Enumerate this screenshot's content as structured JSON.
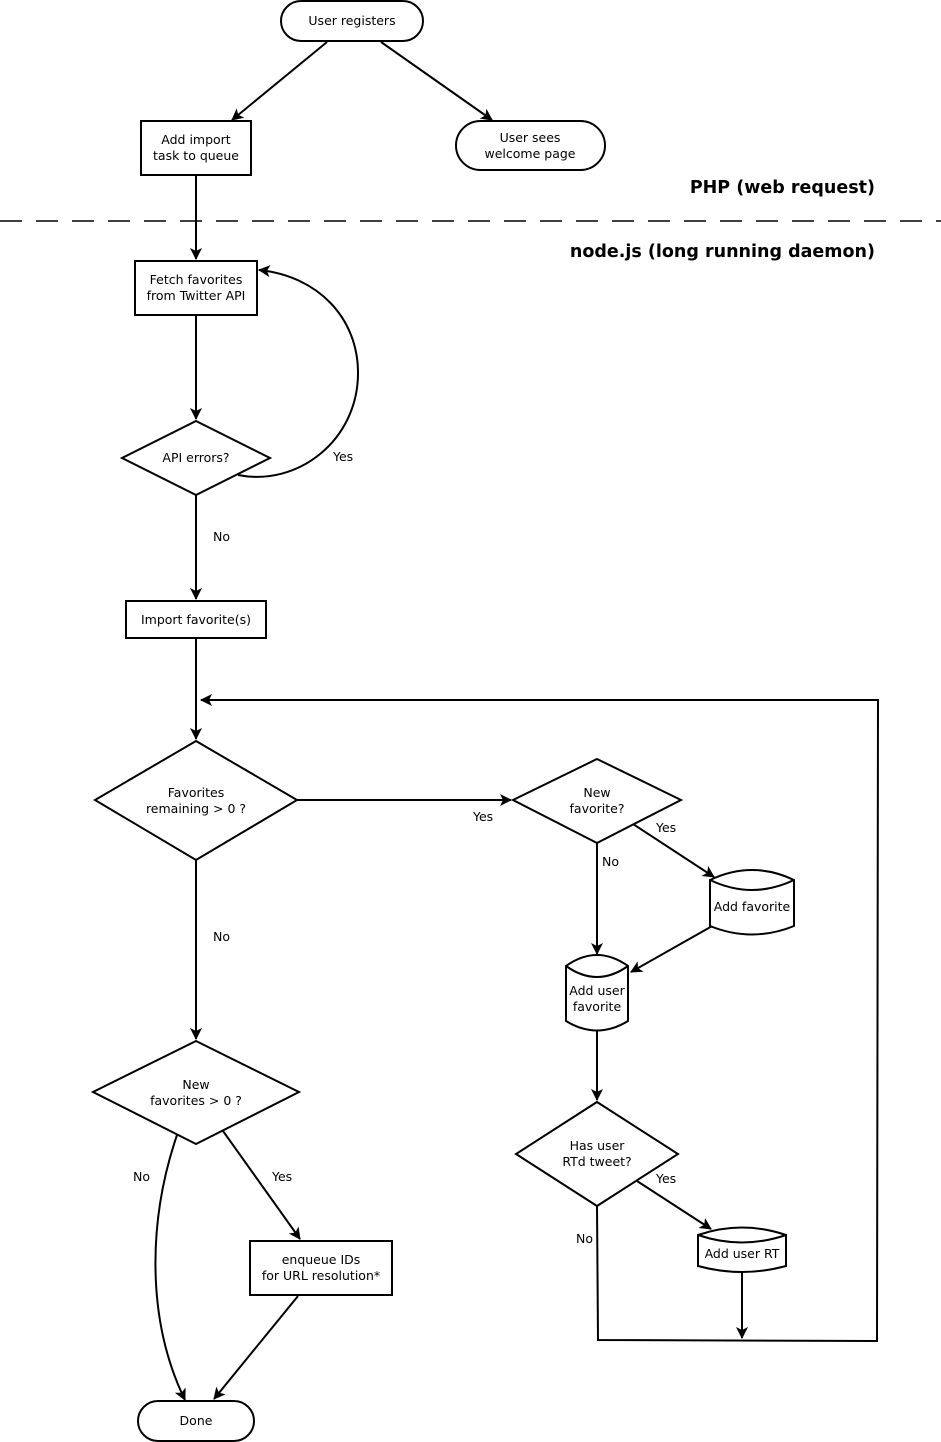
{
  "zones": {
    "php": "PHP (web request)",
    "node": "node.js (long running daemon)"
  },
  "nodes": {
    "user_registers": [
      "User registers"
    ],
    "add_import_task": [
      "Add import",
      "task to queue"
    ],
    "user_sees_welcome": [
      "User sees",
      "welcome page"
    ],
    "fetch_favorites": [
      "Fetch favorites",
      "from Twitter API"
    ],
    "api_errors": [
      "API errors?"
    ],
    "import_favorites": [
      "Import favorite(s)"
    ],
    "favorites_remaining": [
      "Favorites",
      "remaining > 0 ?"
    ],
    "new_favorite": [
      "New",
      "favorite?"
    ],
    "add_favorite": [
      "Add favorite"
    ],
    "add_user_favorite": [
      "Add user",
      "favorite"
    ],
    "has_user_rtd": [
      "Has user",
      "RTd tweet?"
    ],
    "add_user_rt": [
      "Add user RT"
    ],
    "new_favorites_gt0": [
      "New",
      "favorites > 0 ?"
    ],
    "enqueue_ids": [
      "enqueue IDs",
      "for URL resolution*"
    ],
    "done": [
      "Done"
    ]
  },
  "edge_labels": {
    "api_errors_yes": "Yes",
    "api_errors_no": "No",
    "remaining_yes": "Yes",
    "remaining_no": "No",
    "new_favorite_yes": "Yes",
    "new_favorite_no": "No",
    "rtd_yes": "Yes",
    "rtd_no": "No",
    "new_favs_no": "No",
    "new_favs_yes": "Yes"
  }
}
